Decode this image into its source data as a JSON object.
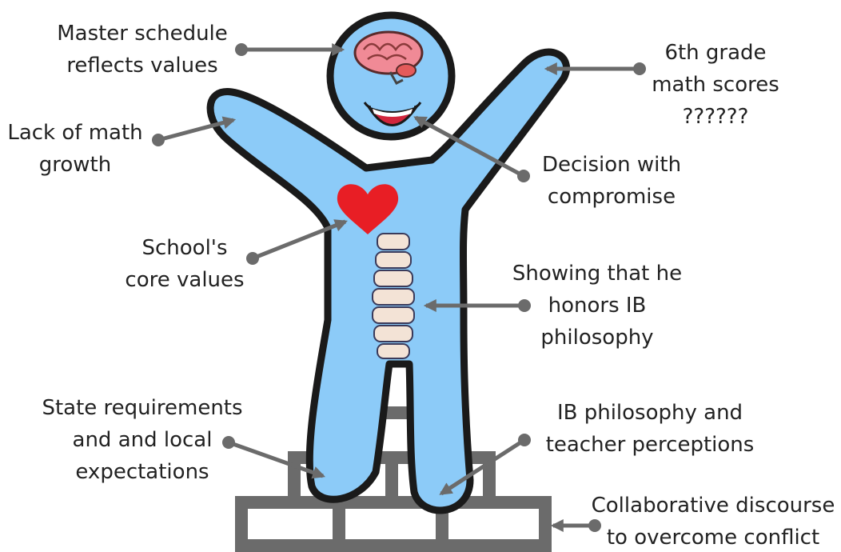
{
  "labels": {
    "master_schedule": [
      "Master schedule",
      "reflects values"
    ],
    "math_scores": [
      "6th grade",
      "math scores",
      "??????"
    ],
    "lack_math": [
      "Lack of math",
      "growth"
    ],
    "decision": [
      "Decision with",
      "compromise"
    ],
    "core_values": [
      "School's",
      "core values"
    ],
    "ib_honor": [
      "Showing that he",
      "honors IB",
      "philosophy"
    ],
    "state_req": [
      "State requirements",
      "and and local",
      "expectations"
    ],
    "ib_teacher": [
      "IB philosophy and",
      "teacher perceptions"
    ],
    "collab": [
      "Collaborative discourse",
      "to overcome conflict"
    ]
  },
  "colors": {
    "body_fill": "#8ccbf8",
    "outline": "#1a1a1a",
    "heart": "#e81e25",
    "brick": "#6b6b6b",
    "arrow": "#6b6b6b",
    "brain": "#f08a96",
    "spine": "#f3e3d6"
  },
  "icons": [
    "brain-icon",
    "smile-icon",
    "heart-icon",
    "spine-icon",
    "brick-wall-icon"
  ]
}
